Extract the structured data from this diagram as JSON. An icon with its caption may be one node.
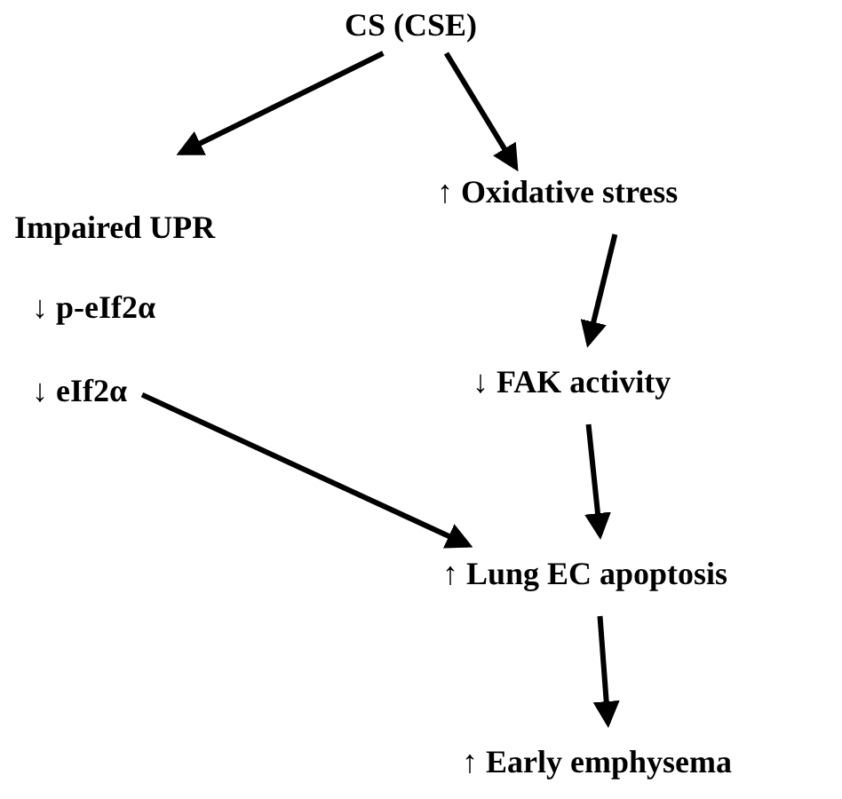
{
  "diagram": {
    "nodes": [
      {
        "text": [
          "CS (CSE)"
        ]
      },
      {
        "text": [
          "Impaired UPR"
        ]
      },
      {
        "text": [
          "↓ p-eIf2α"
        ]
      },
      {
        "text": [
          "↓ eIf2α"
        ]
      },
      {
        "text": [
          "↑ Oxidative stress"
        ]
      },
      {
        "text": [
          "↓ FAK activity"
        ]
      },
      {
        "text": [
          "↑ Lung EC apoptosis"
        ]
      },
      {
        "text": [
          "↑ Early emphysema"
        ]
      }
    ],
    "edges": [
      {
        "from": 0,
        "to": 1,
        "arrow": "to"
      },
      {
        "from": 0,
        "to": 4,
        "arrow": "to"
      },
      {
        "from": 4,
        "to": 5,
        "arrow": "to"
      },
      {
        "from": 5,
        "to": 6,
        "arrow": "to"
      },
      {
        "from": 3,
        "to": 6,
        "arrow": "to"
      },
      {
        "from": 6,
        "to": 7,
        "arrow": "to"
      }
    ]
  }
}
